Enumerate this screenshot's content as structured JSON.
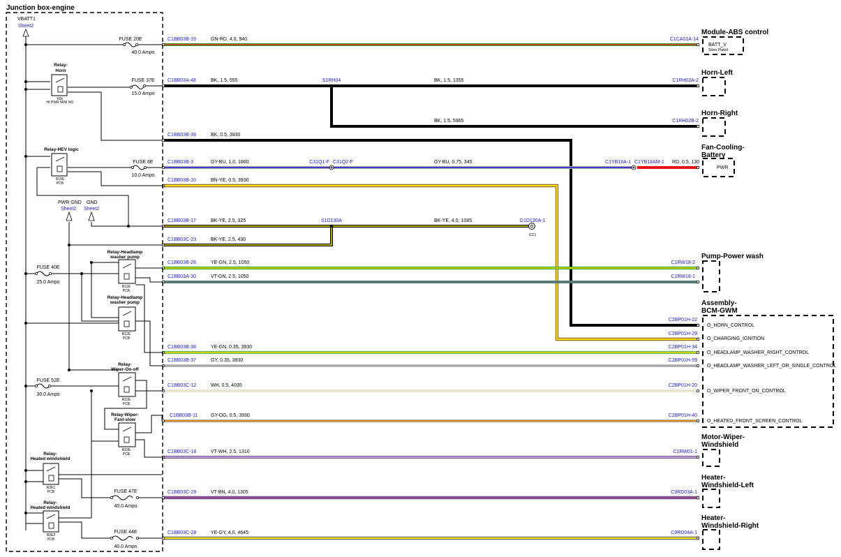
{
  "junction_box": {
    "title": "Junction box-engine",
    "vbatt": "VBATT1",
    "sheet_vbatt": "Sheet2",
    "pwr_gnd": "PWR GND",
    "gnd": "GND",
    "sheet_pwr_gnd": "Sheet2",
    "sheet_gnd": "Sheet2"
  },
  "fuses": [
    {
      "name": "FUSE 20E",
      "rating": "40.0 Amps"
    },
    {
      "name": "FUSE 37E",
      "rating": "15.0 Amps"
    },
    {
      "name": "FUSE 8E",
      "rating": "10.0 Amps"
    },
    {
      "name": "FUSE 40E",
      "rating": "25.0 Amps"
    },
    {
      "name": "FUSE 52E",
      "rating": "30.0 Amps"
    },
    {
      "name": "FUSE 47E",
      "rating": "40.0 Amps"
    },
    {
      "name": "FUSE 44E",
      "rating": "40.0 Amps"
    }
  ],
  "relays": [
    {
      "title1": "Relay-",
      "title2": "Horn",
      "code": "K8n",
      "sub": "HI PWR MINI NO"
    },
    {
      "title1": "",
      "title2": "Relay-HEV logic",
      "code": "R10E",
      "sub": "PCB"
    },
    {
      "title1": "Relay-Headlamp",
      "title2": "washer pump",
      "code": "R11E",
      "sub": "PCB"
    },
    {
      "title1": "Relay-Headlamp",
      "title2": "washer pump",
      "code": "R12E",
      "sub": "PCB"
    },
    {
      "title1": "Relay-",
      "title2": "Wiper-On-off",
      "code": "R22E",
      "sub": "PCB"
    },
    {
      "title1": "Relay-Wiper-",
      "title2": "Fast-slow",
      "code": "R23E",
      "sub": "PCB"
    },
    {
      "title1": "Relay-",
      "title2": "Heated windshield",
      "code": "R2E1",
      "sub": "PCB"
    },
    {
      "title1": "Relay-",
      "title2": "Heated windshield",
      "code": "R2E2",
      "sub": "PCB"
    }
  ],
  "wires": [
    {
      "from": "C1BB03B-19",
      "spec": "GN-RD,  4.0,  940",
      "to": "C1CA01A-14",
      "color": "#3a9a2a",
      "stripe": "#e03020"
    },
    {
      "from": "C1BB03A-48",
      "spec": "BK,  1.5,  555",
      "splice": "S1RH04",
      "spec2": "BK,  1.5,  1355",
      "to": "C1RH02A-2",
      "color": "#000000"
    },
    {
      "spec": "BK,  1.5,  5965",
      "to": "C1RH02B-2",
      "color": "#000000"
    },
    {
      "from": "C1BB03B-39",
      "spec": "BK,  0.5,  3930",
      "color": "#000000"
    },
    {
      "from": "C1BB03B-3",
      "spec": "GY-BU,  1.0,  1860",
      "inline1": "C31Q1-F",
      "inline2": "C31Q2-F",
      "spec2": "GY-BU,  0.75,  345",
      "inline3": "C1YB18A-1",
      "inline4": "C1YB18AM-1",
      "spec3": "RD,  0.5,  130",
      "color": "#a8a8a8",
      "stripe": "#1a1ad0"
    },
    {
      "from": "C1BB03B-10",
      "spec": "BN-YE,  0.5,  3930",
      "color": "#9a6a2a",
      "stripe": "#f4e600"
    },
    {
      "from": "C1BB03B-17",
      "spec": "BK-YE,  2.5,  325",
      "splice": "S1D130A",
      "spec2": "BK-YE,  4.0,  1085",
      "to": "G1D130A-1",
      "to_note": "(CC)",
      "color": "#000000",
      "stripe": "#f4e600"
    },
    {
      "from": "C1BB03C-23",
      "spec": "BK-YE,  2.5,  430",
      "color": "#000000",
      "stripe": "#f4e600"
    },
    {
      "from": "C1BB03B-28",
      "spec": "YE-GN,  2.5,  1050",
      "to": "C1RW18-2",
      "color": "#f4e600",
      "stripe": "#3a9a2a"
    },
    {
      "from": "C1BB03A-30",
      "spec": "VT-GN,  2.5,  1050",
      "to": "C1RW18-1",
      "color": "#7b50a0",
      "stripe": "#3a9a2a"
    },
    {
      "to": "C2BP01H-22"
    },
    {
      "to": "C2BP01H-29"
    },
    {
      "from": "C1BB03B-38",
      "spec": "YE-GN,  0.35,  3930",
      "to": "C2BP01H-34",
      "color": "#f4e600",
      "stripe": "#3a9a2a"
    },
    {
      "from": "C1BB03B-37",
      "spec": "GY,  0.35,  3930",
      "to": "C2BP01H-59",
      "color": "#a8a8a8"
    },
    {
      "from": "C1BB03C-12",
      "spec": "WH,  0.5,  4035",
      "to": "C2BP01H-20",
      "color": "#ffffff"
    },
    {
      "from": "C1BB03B-11",
      "spec": "GY-OG,  0.5,  3930",
      "to": "C2BP01H-40",
      "color": "#a8a8a8",
      "stripe": "#e88a20"
    },
    {
      "from": "C1BB03C-18",
      "spec": "VT-WH,  2.5,  1310",
      "to": "C1RW01-1",
      "color": "#7b50a0",
      "stripe": "#ffffff"
    },
    {
      "from": "C1BB03C-29",
      "spec": "VT-BN,  4.0,  1305",
      "to": "C9RD03A-1",
      "color": "#7b50a0",
      "stripe": "#9a6a2a"
    },
    {
      "from": "C1BB03C-28",
      "spec": "YE-GY,  4.0,  4645",
      "to": "C9RD04A-1",
      "color": "#f4e600",
      "stripe": "#a8a8a8"
    }
  ],
  "components": [
    {
      "title": "Module-ABS control",
      "pin": "BATT_V",
      "pin_sub": "Silver Plated"
    },
    {
      "title": "Horn-Left"
    },
    {
      "title": "Horn-Right"
    },
    {
      "title": "Fan-Cooling-",
      "title2": "Battery",
      "pin": "PWR"
    },
    {
      "title": "Pump-Power wash"
    },
    {
      "title": "Assembly-",
      "title2": "BCM-GWM"
    },
    {
      "title": "Motor-Wiper-",
      "title2": "Windshield"
    },
    {
      "title": "Heater-",
      "title2": "Windshield-Left"
    },
    {
      "title": "Heater-",
      "title2": "Windshield-Right"
    }
  ],
  "bcm_pins": [
    "O_HORN_CONTROL",
    "O_CHARGING_IGNITION",
    "O_HEADLAMP_WASHER_RIGHT_CONTROL",
    "O_HEADLAMP_WASHER_LEFT_OR_SINGLE_CONTROL",
    "O_WIPER_FRONT_ON_CONTROL",
    "O_HEATED_FRONT_SCREEN_CONTROL"
  ],
  "colors": {
    "connector_text": "#1a1ad0",
    "rd_wire": "#e81010"
  }
}
